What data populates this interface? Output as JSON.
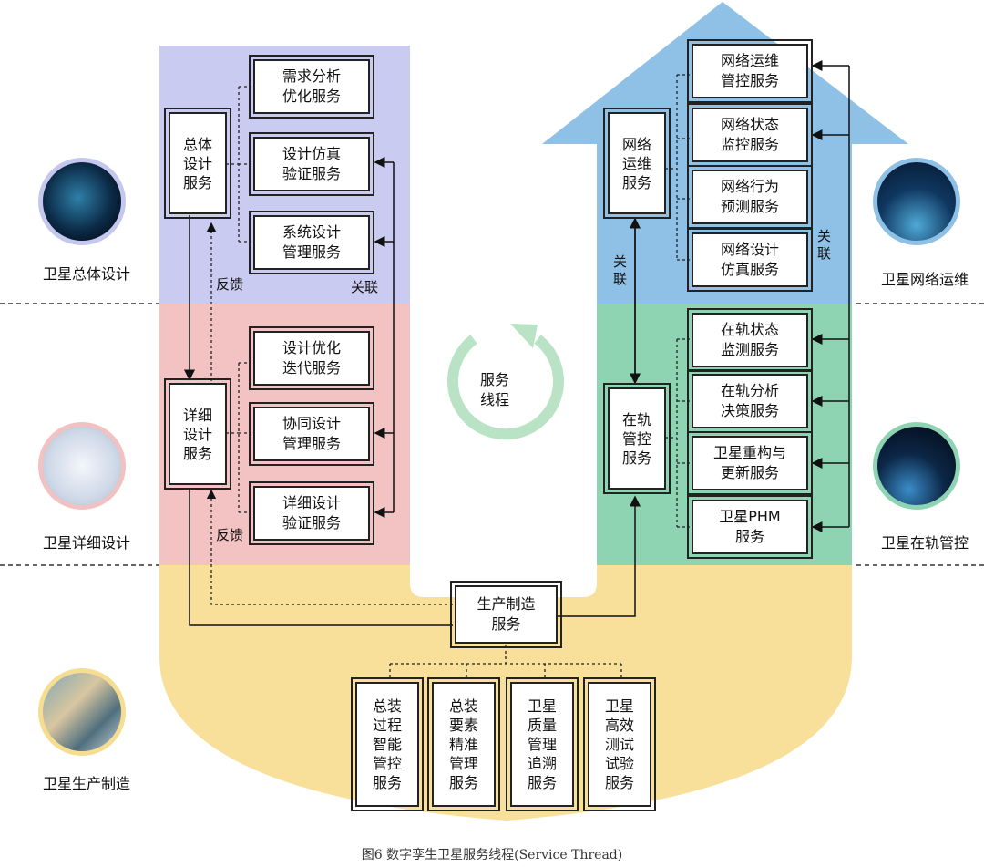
{
  "caption": "图6   数字孪生卫星服务线程(Service Thread)",
  "center_label": "服务\n线程",
  "side_labels": {
    "overall_design": "卫星总体设计",
    "detailed_design": "卫星详细设计",
    "production": "卫星生产制造",
    "network_ops": "卫星网络运维",
    "on_orbit": "卫星在轨管控"
  },
  "left_main": {
    "overall": "总体\n设计\n服务",
    "detailed": "详细\n设计\n服务"
  },
  "left_sub": [
    "需求分析\n优化服务",
    "设计仿真\n验证服务",
    "系统设计\n管理服务",
    "设计优化\n迭代服务",
    "协同设计\n管理服务",
    "详细设计\n验证服务"
  ],
  "right_main": {
    "network": "网络\n运维\n服务",
    "orbit": "在轨\n管控\n服务"
  },
  "right_sub": [
    "网络运维\n管控服务",
    "网络状态\n监控服务",
    "网络行为\n预测服务",
    "网络设计\n仿真服务",
    "在轨状态\n监测服务",
    "在轨分析\n决策服务",
    "卫星重构与\n更新服务",
    "卫星PHM\n服务"
  ],
  "production_main": "生产制造\n服务",
  "production_sub": [
    "总装\n过程\n智能\n管控\n服务",
    "总装\n要素\n精准\n管理\n服务",
    "卫星\n质量\n管理\n追溯\n服务",
    "卫星\n高效\n测试\n试验\n服务"
  ],
  "link_labels": {
    "feedback_1": "反馈",
    "feedback_2": "反馈",
    "relate_left": "关联",
    "relate_mid": "关\n联",
    "relate_right": "关\n联"
  },
  "colors": {
    "purple": "#c9cbf0",
    "pink": "#f3c3c3",
    "yellow": "#f8e09a",
    "blue": "#8fc1e6",
    "green": "#8fd4b2",
    "cycle": "#b9e3c4"
  }
}
